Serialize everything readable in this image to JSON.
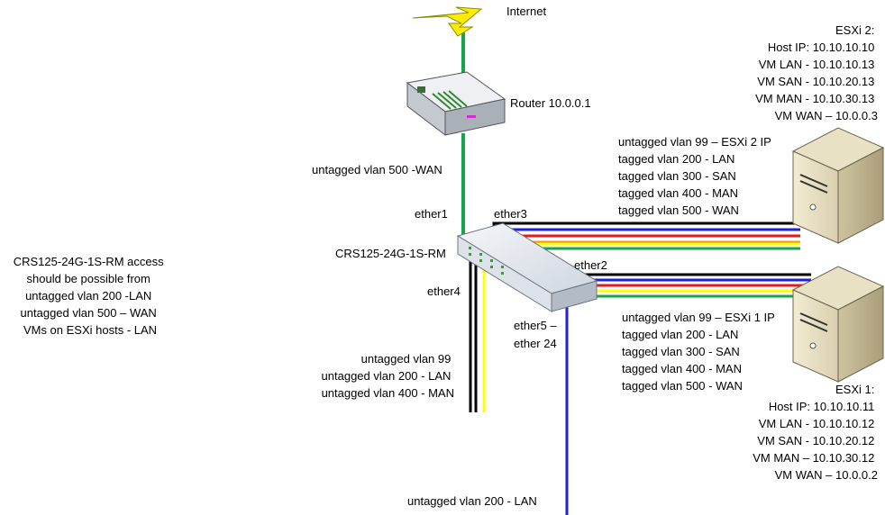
{
  "colors": {
    "green": "#1aa34a",
    "black": "#000000",
    "blue": "#1f1fd6",
    "red": "#e31b1b",
    "orange": "#f7941d",
    "yellow": "#ffff00"
  },
  "icons": {
    "internet": "lightning-bolt",
    "router": "router",
    "switch": "network-switch",
    "server": "server-tower"
  },
  "internet_label": "Internet",
  "router_label": "Router 10.0.0.1",
  "switch_label": "CRS125-24G-1S-RM",
  "uplink_label": "untagged vlan 500 -WAN",
  "ports": {
    "ether1": "ether1",
    "ether2": "ether2",
    "ether3": "ether3",
    "ether4": "ether4",
    "ether5": "ether5 –",
    "ether24": "ether 24"
  },
  "access_note": [
    "CRS125-24G-1S-RM access",
    "should be possible from",
    "untagged vlan 200 -LAN",
    "untagged vlan 500 – WAN",
    "VMs on ESXi hosts - LAN"
  ],
  "esxi2": {
    "lines": [
      "ESXi 2:",
      "Host IP: 10.10.10.10",
      "VM LAN - 10.10.10.13",
      "VM SAN - 10.10.20.13",
      "VM MAN - 10.10.30.13",
      "VM WAN – 10.0.0.3"
    ],
    "vlans": [
      "untagged vlan 99 – ESXi 2 IP",
      "tagged vlan 200 - LAN",
      "tagged vlan 300 - SAN",
      "tagged vlan 400 - MAN",
      "tagged vlan 500 - WAN"
    ]
  },
  "esxi1": {
    "vlans": [
      "untagged vlan 99 – ESXi 1 IP",
      "tagged vlan 200 - LAN",
      "tagged vlan 300 - SAN",
      "tagged vlan 400 - MAN",
      "tagged vlan 500 - WAN"
    ],
    "lines": [
      "ESXi 1:",
      "Host IP: 10.10.10.11",
      "VM LAN - 10.10.10.12",
      "VM SAN - 10.10.20.12",
      "VM MAN – 10.10.30.12",
      "VM WAN – 10.0.0.2"
    ]
  },
  "ether4_vlans": [
    "untagged vlan 99",
    "untagged vlan 200 - LAN",
    "untagged vlan 400 - MAN"
  ],
  "ether5_vlan": "untagged vlan 200 - LAN"
}
